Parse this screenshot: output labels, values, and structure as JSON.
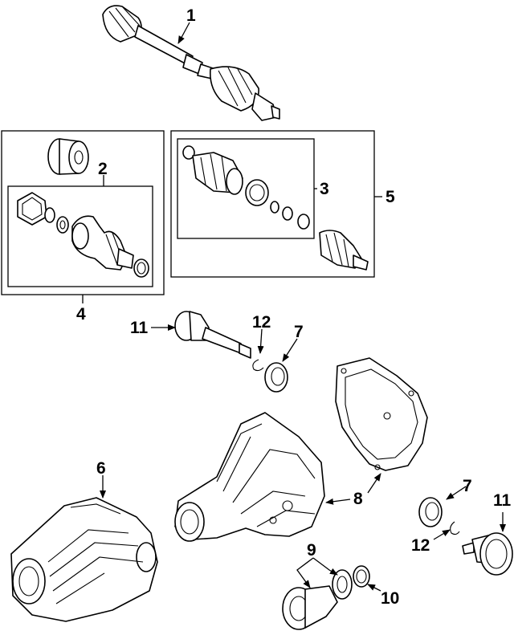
{
  "diagram": {
    "callouts": {
      "c1": "1",
      "c2": "2",
      "c3": "3",
      "c4": "4",
      "c5": "5",
      "c6": "6",
      "c7a": "7",
      "c7b": "7",
      "c8": "8",
      "c9": "9",
      "c10": "10",
      "c11a": "11",
      "c11b": "11",
      "c12a": "12",
      "c12b": "12"
    }
  }
}
